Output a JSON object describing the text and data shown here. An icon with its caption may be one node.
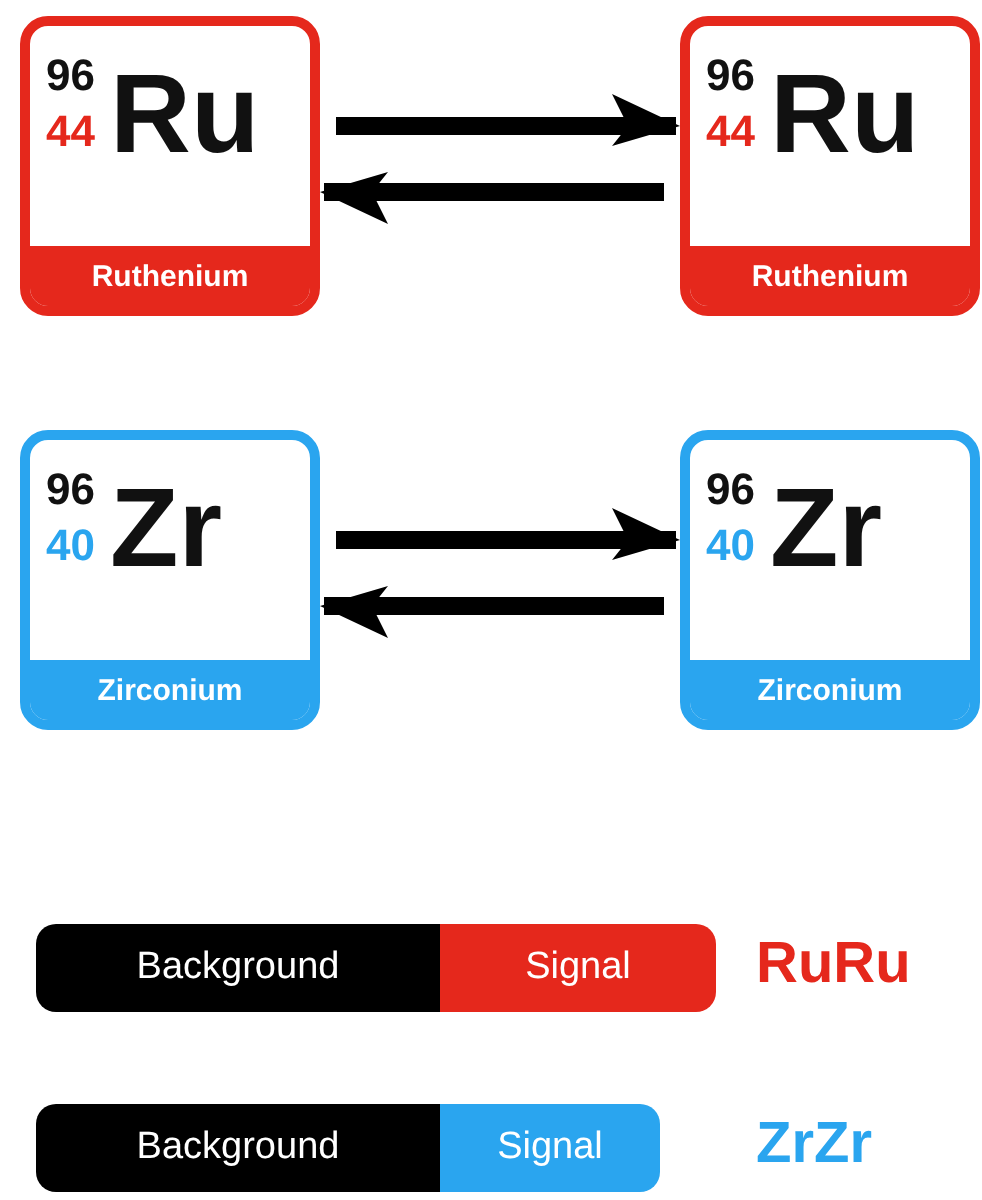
{
  "diagram": {
    "nodes": [
      {
        "text": [
          "96",
          "44",
          "Ru",
          "Ruthenium"
        ]
      },
      {
        "text": [
          "96",
          "44",
          "Ru",
          "Ruthenium"
        ]
      },
      {
        "text": [
          "96",
          "40",
          "Zr",
          "Zirconium"
        ]
      },
      {
        "text": [
          "96",
          "40",
          "Zr",
          "Zirconium"
        ]
      }
    ],
    "edges": [
      {
        "from": 0,
        "to": 1,
        "arrow": "to"
      },
      {
        "from": 1,
        "to": 0,
        "arrow": "to"
      },
      {
        "from": 2,
        "to": 3,
        "arrow": "to"
      },
      {
        "from": 3,
        "to": 2,
        "arrow": "to"
      }
    ],
    "labels": [
      "Background",
      "Signal",
      "RuRu",
      "Background",
      "Signal",
      "ZrZr"
    ]
  }
}
